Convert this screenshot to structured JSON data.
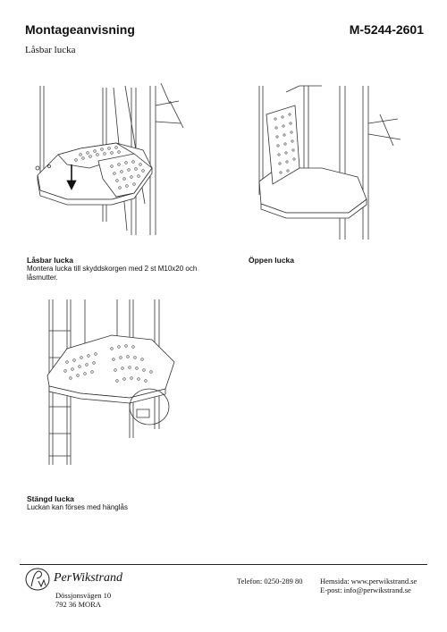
{
  "header": {
    "title": "Montageanvisning",
    "doc_number": "M-5244-2601",
    "subtitle": "Låsbar lucka"
  },
  "figures": [
    {
      "heading": "Låsbar lucka",
      "text": "Montera lucka till skyddskorgen med 2 st M10x20 och låsmutter."
    },
    {
      "heading": "Öppen lucka",
      "text": ""
    },
    {
      "heading": "Stängd lucka",
      "text": "Luckan kan förses med hänglås"
    }
  ],
  "footer": {
    "company": "PerWikstrand",
    "logo_monogram": "PW",
    "address_line1": "Dössjonsvägen 10",
    "address_line2": "792 36 MORA",
    "phone": "Telefon: 0250-289 80",
    "website": "Hemsida: www.perwikstrand.se",
    "email": "E-post: info@perwikstrand.se"
  },
  "colors": {
    "line": "#333333",
    "fill": "#ffffff"
  }
}
